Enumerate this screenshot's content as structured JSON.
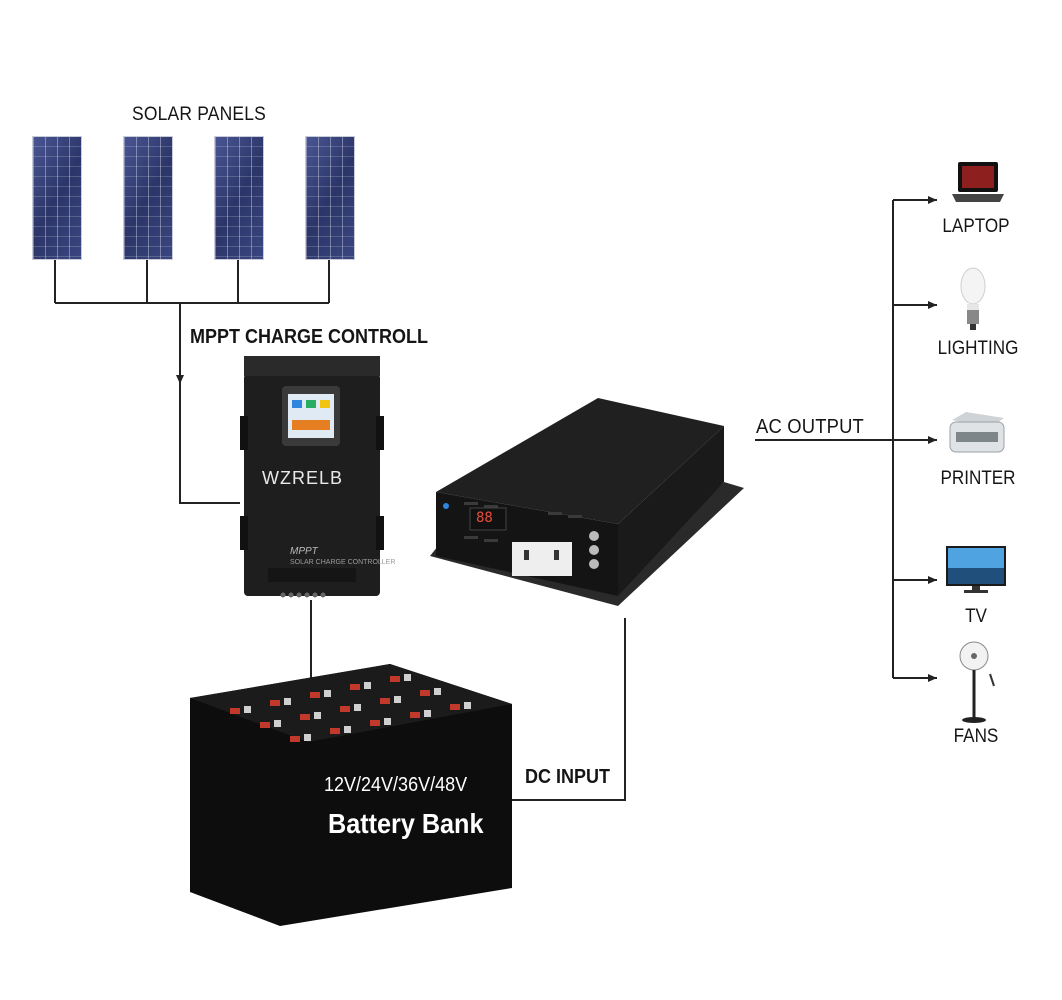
{
  "labels": {
    "solar_panels": "SOLAR PANELS",
    "mppt_controller": "MPPT CHARGE CONTROLL",
    "controller_brand": "WZRELB",
    "controller_model": "MPPT",
    "controller_sub": "SOLAR CHARGE CONTROLLER",
    "battery_voltage": "12V/24V/36V/48V",
    "battery_name": "Battery Bank",
    "dc_input": "DC INPUT",
    "ac_output": "AC OUTPUT",
    "inverter_display": "88"
  },
  "loads": [
    {
      "label": "LAPTOP",
      "icon": "laptop-icon"
    },
    {
      "label": "LIGHTING",
      "icon": "light-bulb-icon"
    },
    {
      "label": "PRINTER",
      "icon": "printer-icon"
    },
    {
      "label": "TV",
      "icon": "tv-icon"
    },
    {
      "label": "FANS",
      "icon": "fan-icon"
    }
  ],
  "colors": {
    "panel": "#2f3a6e",
    "device": "#1c1c1c",
    "line": "#222222",
    "terminal_red": "#c0392b"
  }
}
